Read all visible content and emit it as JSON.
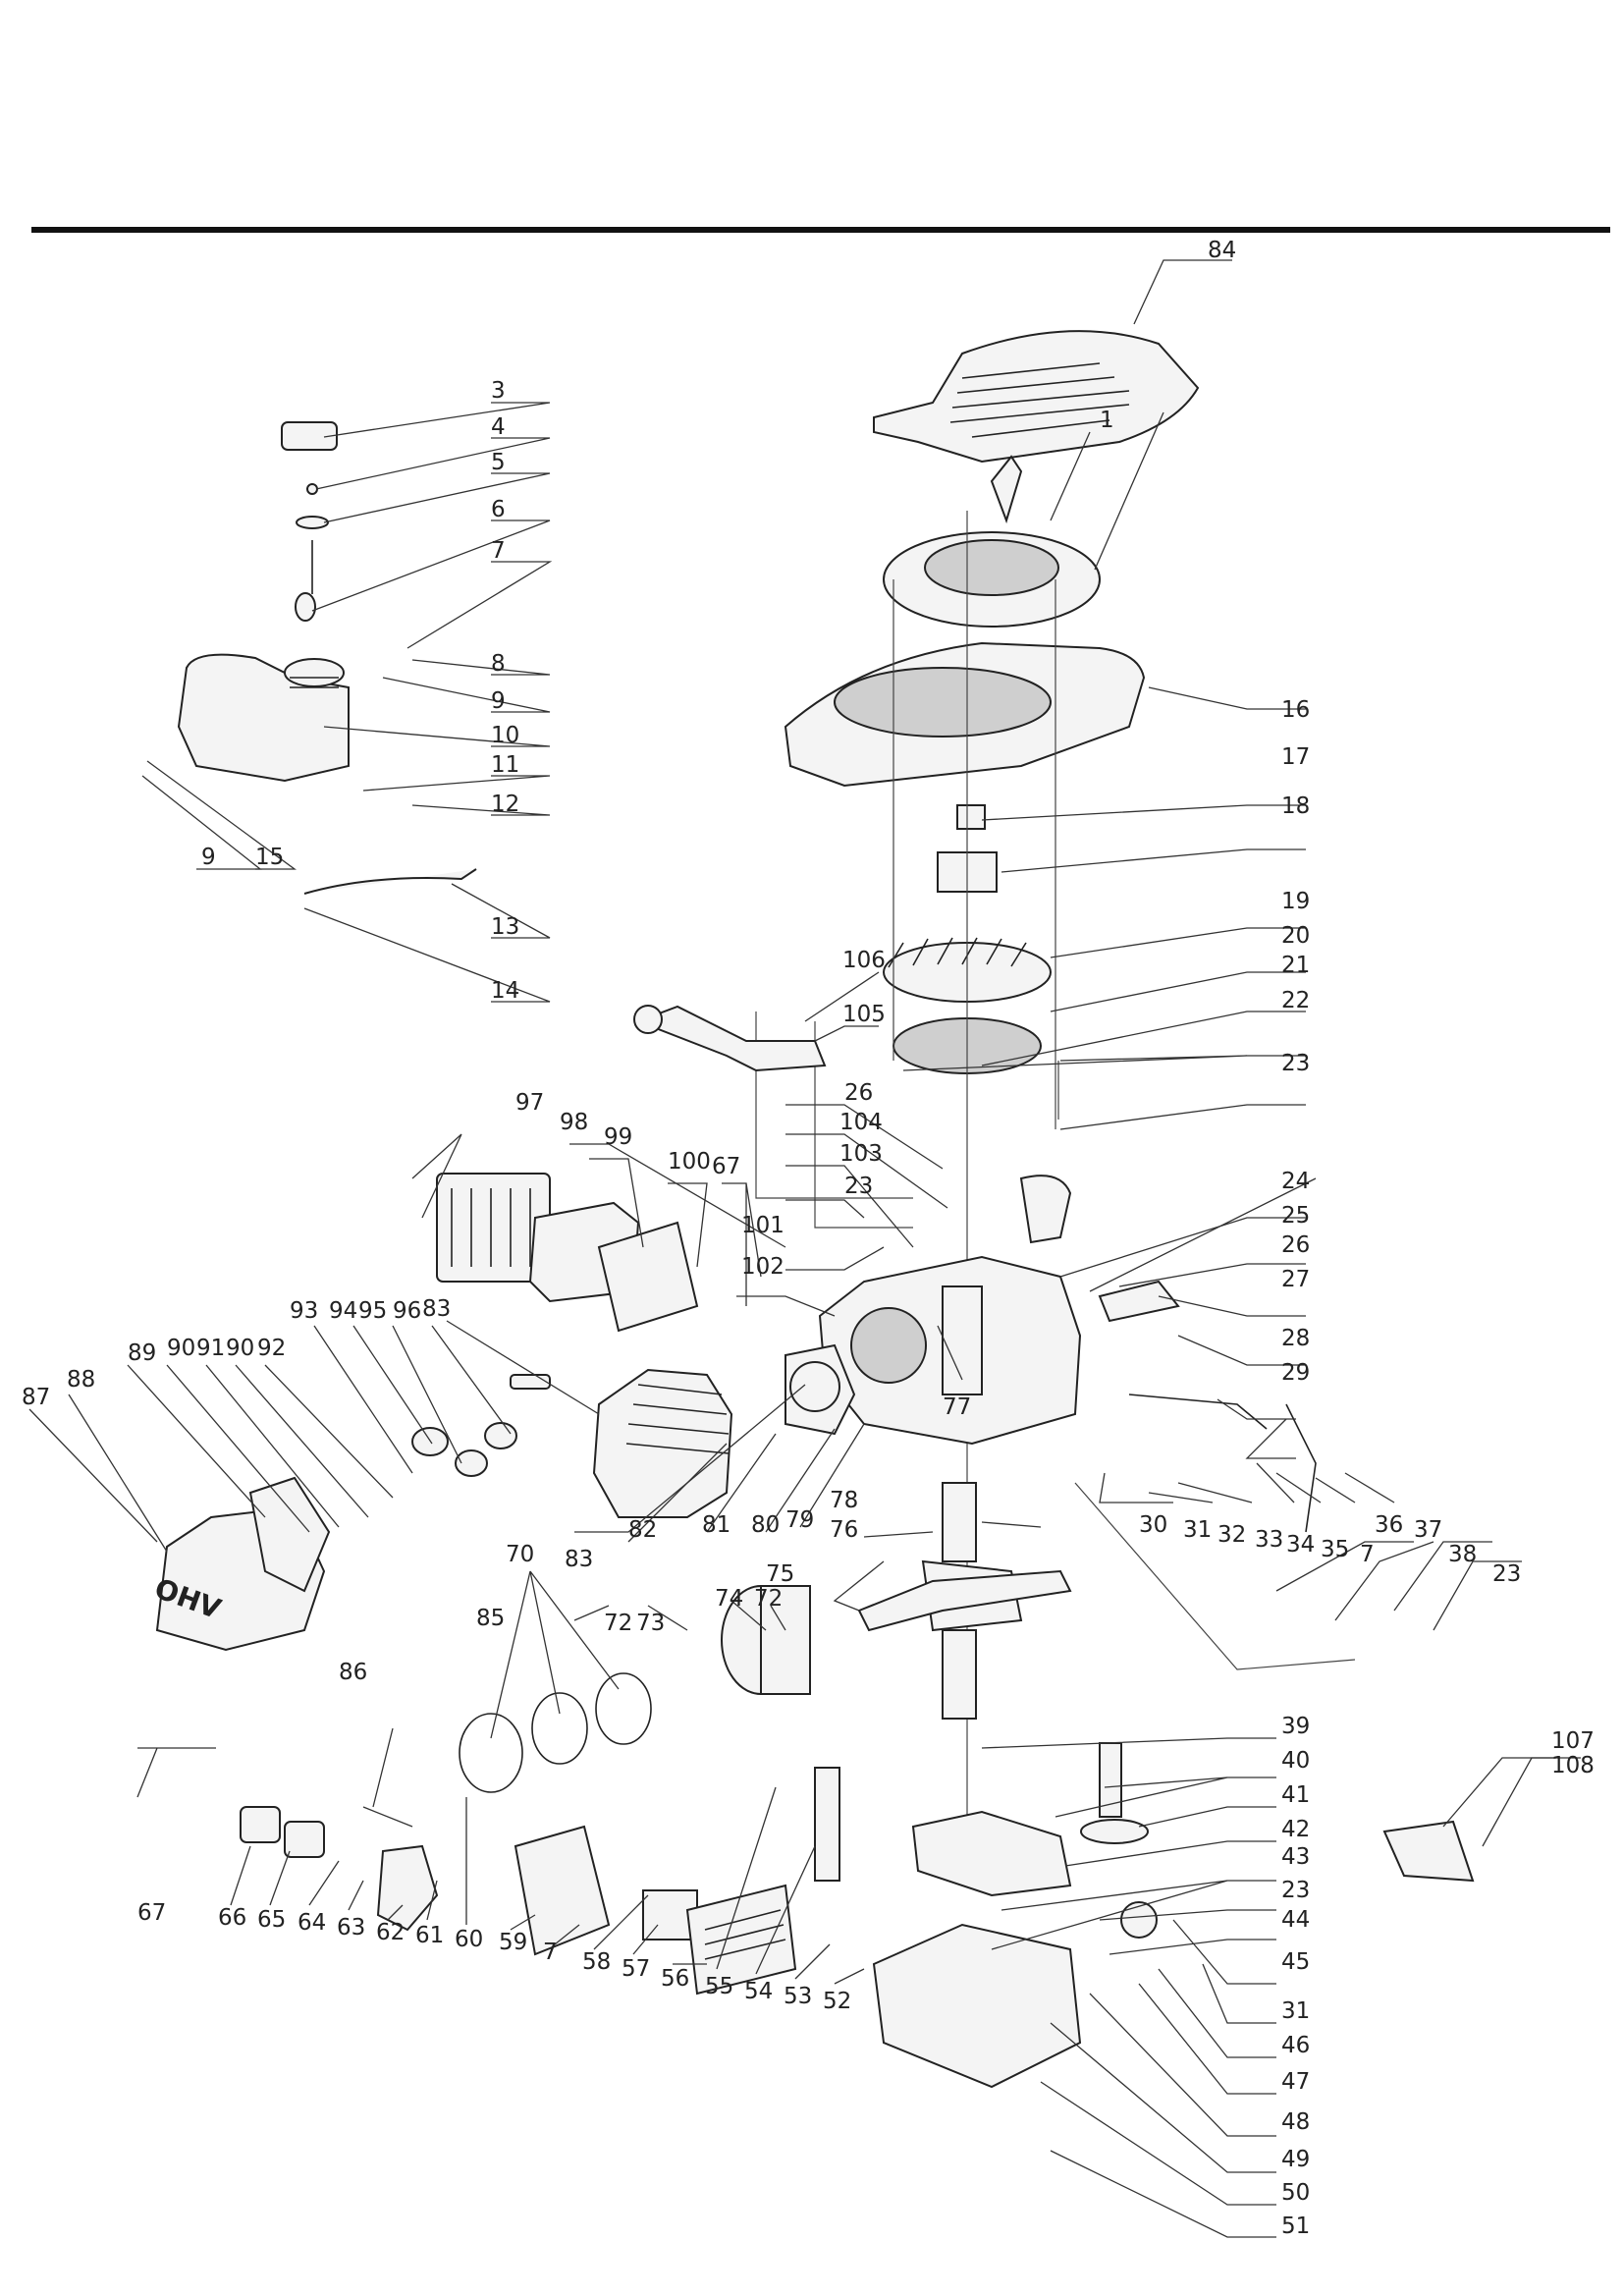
{
  "diagram": {
    "type": "exploded-parts-diagram",
    "callouts": {
      "c84": "84",
      "c1": "1",
      "c3": "3",
      "c4": "4",
      "c5": "5",
      "c6": "6",
      "c7a": "7",
      "c8": "8",
      "c9a": "9",
      "c9b": "9",
      "c10": "10",
      "c11": "11",
      "c12": "12",
      "c13": "13",
      "c14": "14",
      "c15": "15",
      "c16": "16",
      "c17": "17",
      "c18": "18",
      "c19": "19",
      "c20": "20",
      "c21": "21",
      "c22": "22",
      "c23a": "23",
      "c106": "106",
      "c105": "105",
      "c26a": "26",
      "c104": "104",
      "c103": "103",
      "c23b": "23",
      "c24": "24",
      "c25": "25",
      "c26b": "26",
      "c27": "27",
      "c97": "97",
      "c98": "98",
      "c99": "99",
      "c100": "100",
      "c67a": "67",
      "c101": "101",
      "c102": "102",
      "c28": "28",
      "c29": "29",
      "c83a": "83",
      "c96": "96",
      "c95": "95",
      "c94": "94",
      "c93": "93",
      "c92": "92",
      "c90a": "90",
      "c91": "91",
      "c90b": "90",
      "c89": "89",
      "c88": "88",
      "c87": "87",
      "c78": "78",
      "c77": "77",
      "c79": "79",
      "c80": "80",
      "c81": "81",
      "c82": "82",
      "c83b": "83",
      "c85": "85",
      "c86": "86",
      "c30": "30",
      "c31a": "31",
      "c32": "32",
      "c33": "33",
      "c34": "34",
      "c35": "35",
      "c7b": "7",
      "c76": "76",
      "c75": "75",
      "c72a": "72",
      "c74": "74",
      "c72b": "72",
      "c73": "73",
      "c70": "70",
      "c36": "36",
      "c37": "37",
      "c38": "38",
      "c23c": "23",
      "c107": "107",
      "c108": "108",
      "c39": "39",
      "c40": "40",
      "c41": "41",
      "c42": "42",
      "c43": "43",
      "c23d": "23",
      "c44": "44",
      "c45": "45",
      "c31b": "31",
      "c46": "46",
      "c47": "47",
      "c48": "48",
      "c49": "49",
      "c50": "50",
      "c51": "51",
      "c67b": "67",
      "c66": "66",
      "c65": "65",
      "c64": "64",
      "c63": "63",
      "c62": "62",
      "c61": "61",
      "c60": "60",
      "c59": "59",
      "c7c": "7",
      "c58": "58",
      "c57": "57",
      "c56": "56",
      "c55": "55",
      "c54": "54",
      "c53": "53",
      "c52": "52"
    },
    "cover_marking": "OHV"
  }
}
